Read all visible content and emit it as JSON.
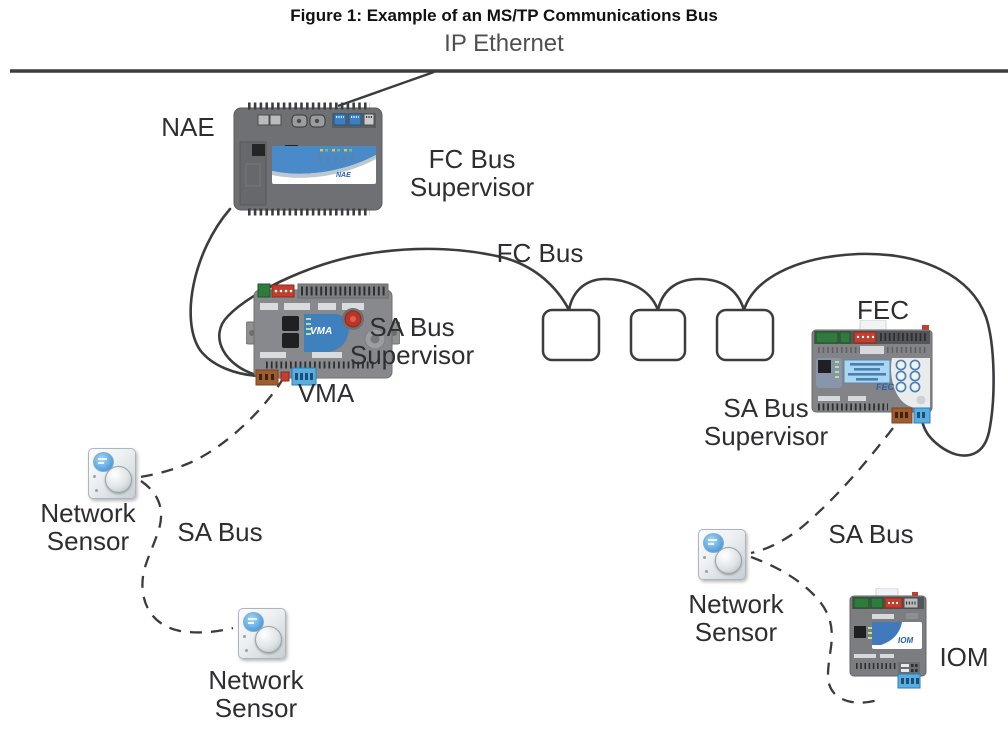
{
  "title": "Figure 1: Example of an MS/TP Communications Bus",
  "buses": {
    "ip_ethernet_label": "IP Ethernet",
    "fc_bus_label": "FC Bus",
    "sa_bus_left_label": "SA Bus",
    "sa_bus_right_label": "SA Bus"
  },
  "devices": {
    "nae": {
      "label": "NAE",
      "role": "FC Bus Supervisor",
      "panel_text": "NAE"
    },
    "vma": {
      "label": "VMA",
      "role": "SA Bus Supervisor",
      "panel_text": "VMA"
    },
    "fec": {
      "label": "FEC",
      "role": "SA Bus Supervisor",
      "panel_text": "FEC"
    },
    "iom": {
      "label": "IOM",
      "panel_text": "IOM"
    },
    "network_sensor_left": {
      "label": "Network Sensor"
    },
    "network_sensor_bottom": {
      "label": "Network Sensor"
    },
    "network_sensor_right": {
      "label": "Network Sensor"
    }
  },
  "colors": {
    "wire": "#3b3c3e",
    "label_text": "#2e2e30",
    "device_gray": "#818386",
    "accent_blue": "#4480bf",
    "lcd_blue": "#a9d6f2",
    "terminal_green": "#2f7a3d",
    "terminal_red": "#c23f2e",
    "terminal_brown": "#a05c2e",
    "terminal_blue": "#58aede"
  }
}
